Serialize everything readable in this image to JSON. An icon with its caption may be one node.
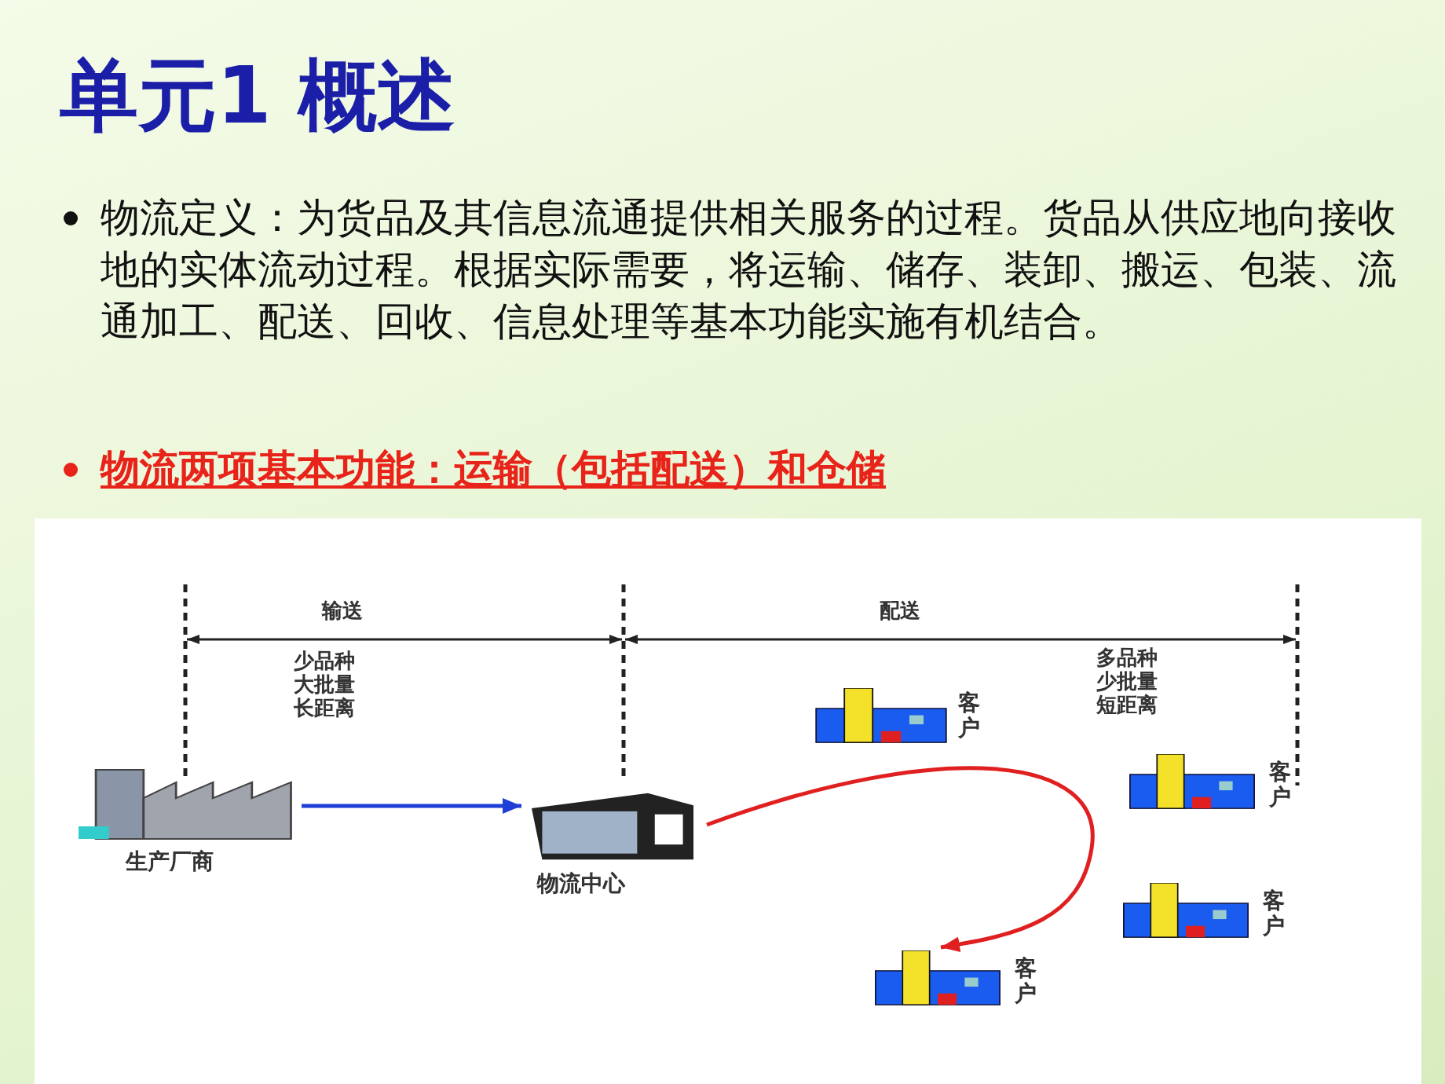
{
  "diagram": {
    "title": "单元1 概述",
    "nodes": [
      {
        "text": [
          "生产厂商"
        ]
      },
      {
        "text": [
          "物流中心"
        ]
      },
      {
        "text": [
          "客户"
        ]
      },
      {
        "text": [
          "客户"
        ]
      },
      {
        "text": [
          "客户"
        ]
      },
      {
        "text": [
          "客户"
        ]
      }
    ],
    "edges": [
      {
        "from": 0,
        "to": 1,
        "arrow": "to",
        "color": "#1f3fd6"
      },
      {
        "from": 1,
        "to": 5,
        "arrow": "to",
        "color": "#e02020"
      }
    ],
    "labels": [
      "物流定义：为货品及其信息流通提供相关服务的过程。货品从供应地向接收地的实体流动过程。根据实际需要，将运输、储存、装卸、搬运、包装、流通加工、配送、回收、信息处理等基本功能实施有机结合。",
      "物流两项基本功能：运输（包括配送）和仓储",
      "输送",
      "配送",
      "少品种大批量长距离",
      "多品种少批量短距离"
    ]
  }
}
